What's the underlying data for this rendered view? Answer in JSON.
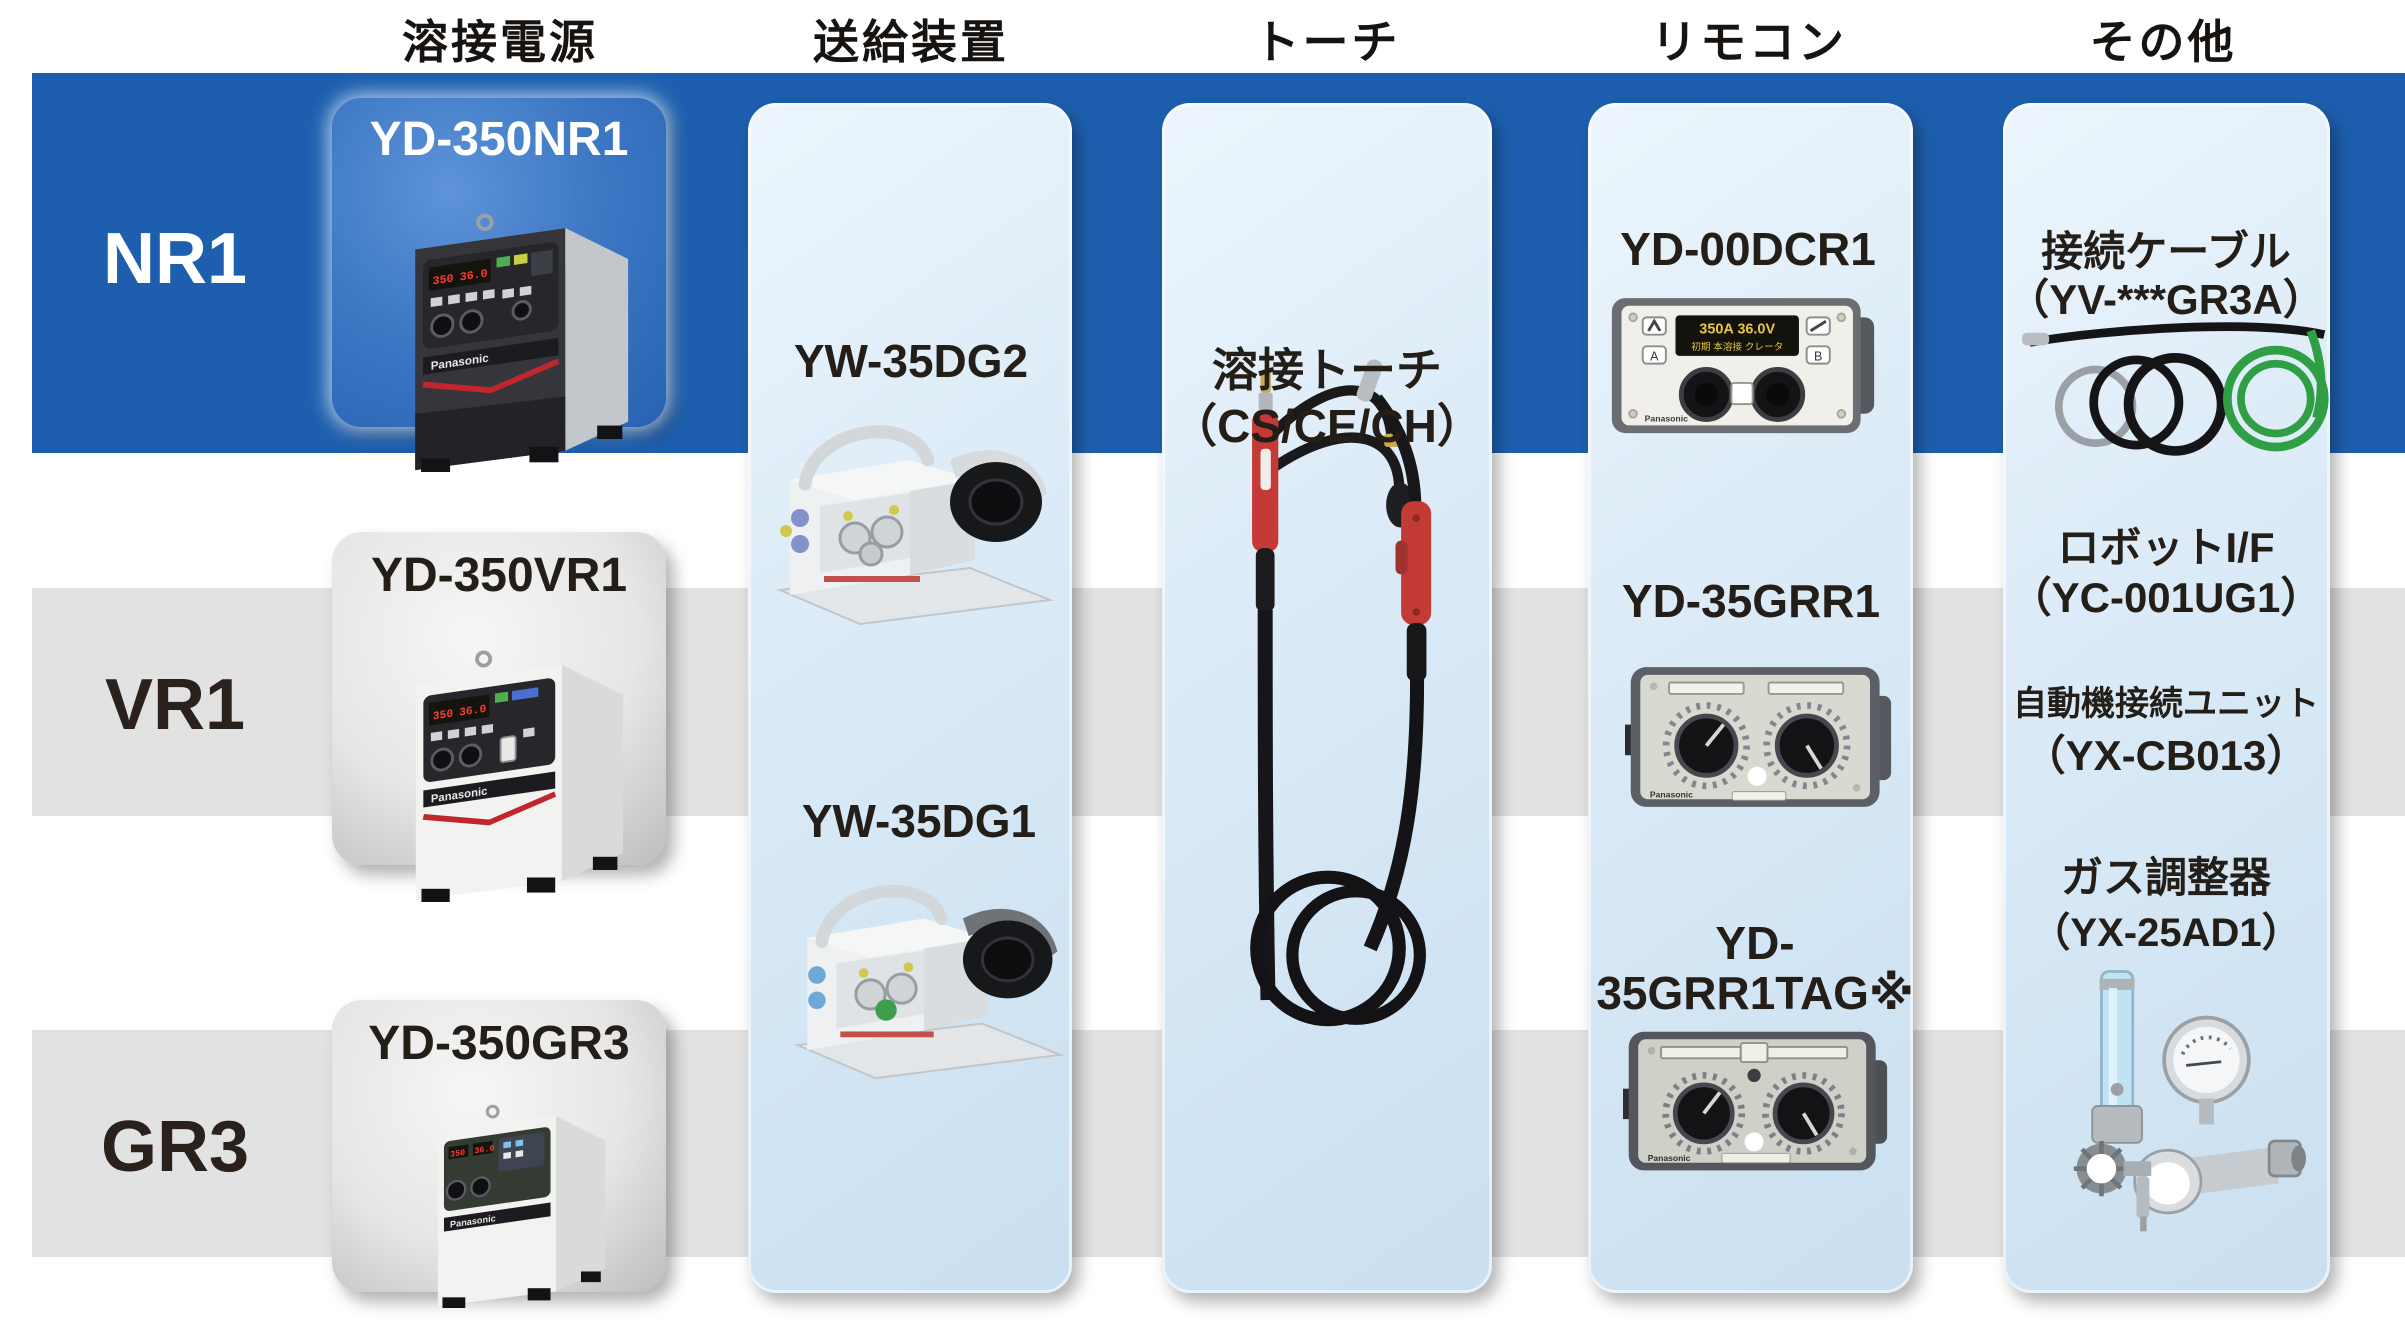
{
  "column_headers": [
    "溶接電源",
    "送給装置",
    "トーチ",
    "リモコン",
    "その他"
  ],
  "rows": [
    {
      "label": "NR1"
    },
    {
      "label": "VR1"
    },
    {
      "label": "GR3"
    }
  ],
  "power_sources": {
    "nr1_model": "YD-350NR1",
    "vr1_model": "YD-350VR1",
    "gr3_model": "YD-350GR3"
  },
  "feeders": {
    "top_model": "YW-35DG2",
    "bottom_model": "YW-35DG1"
  },
  "torch": {
    "line1": "溶接トーチ",
    "line2": "（CS/CE/CH）"
  },
  "remotes": {
    "top_model": "YD-00DCR1",
    "middle_model": "YD-35GRR1",
    "bottom_line1": "YD-",
    "bottom_line2": "35GRR1TAG※"
  },
  "others": {
    "cable_line1": "接続ケーブル",
    "cable_line2": "（YV-***GR3A）",
    "robot_line1": "ロボットI/F",
    "robot_line2": "（YC-001UG1）",
    "autounit_line1": "自動機接続ユニット",
    "autounit_line2": "（YX-CB013）",
    "gas_line1": "ガス調整器",
    "gas_line2": "（YX-25AD1）"
  },
  "device_text": {
    "brand": "Panasonic",
    "welder_display_current": "350",
    "welder_display_voltage": "36.0",
    "remote_display_values": "350A  36.0V",
    "remote_display_modes": "初期 本溶接 クレータ"
  },
  "colors": {
    "band_blue": "#1d5fae",
    "band_gray": "#e2e2e2",
    "panel_blue_light": "#ecf5fc",
    "panel_blue_dark": "#c9dff0",
    "card_blue": "#3c77c4",
    "text_dark": "#241e19",
    "torch_red": "#c43a36",
    "cable_green": "#2f9e45"
  }
}
